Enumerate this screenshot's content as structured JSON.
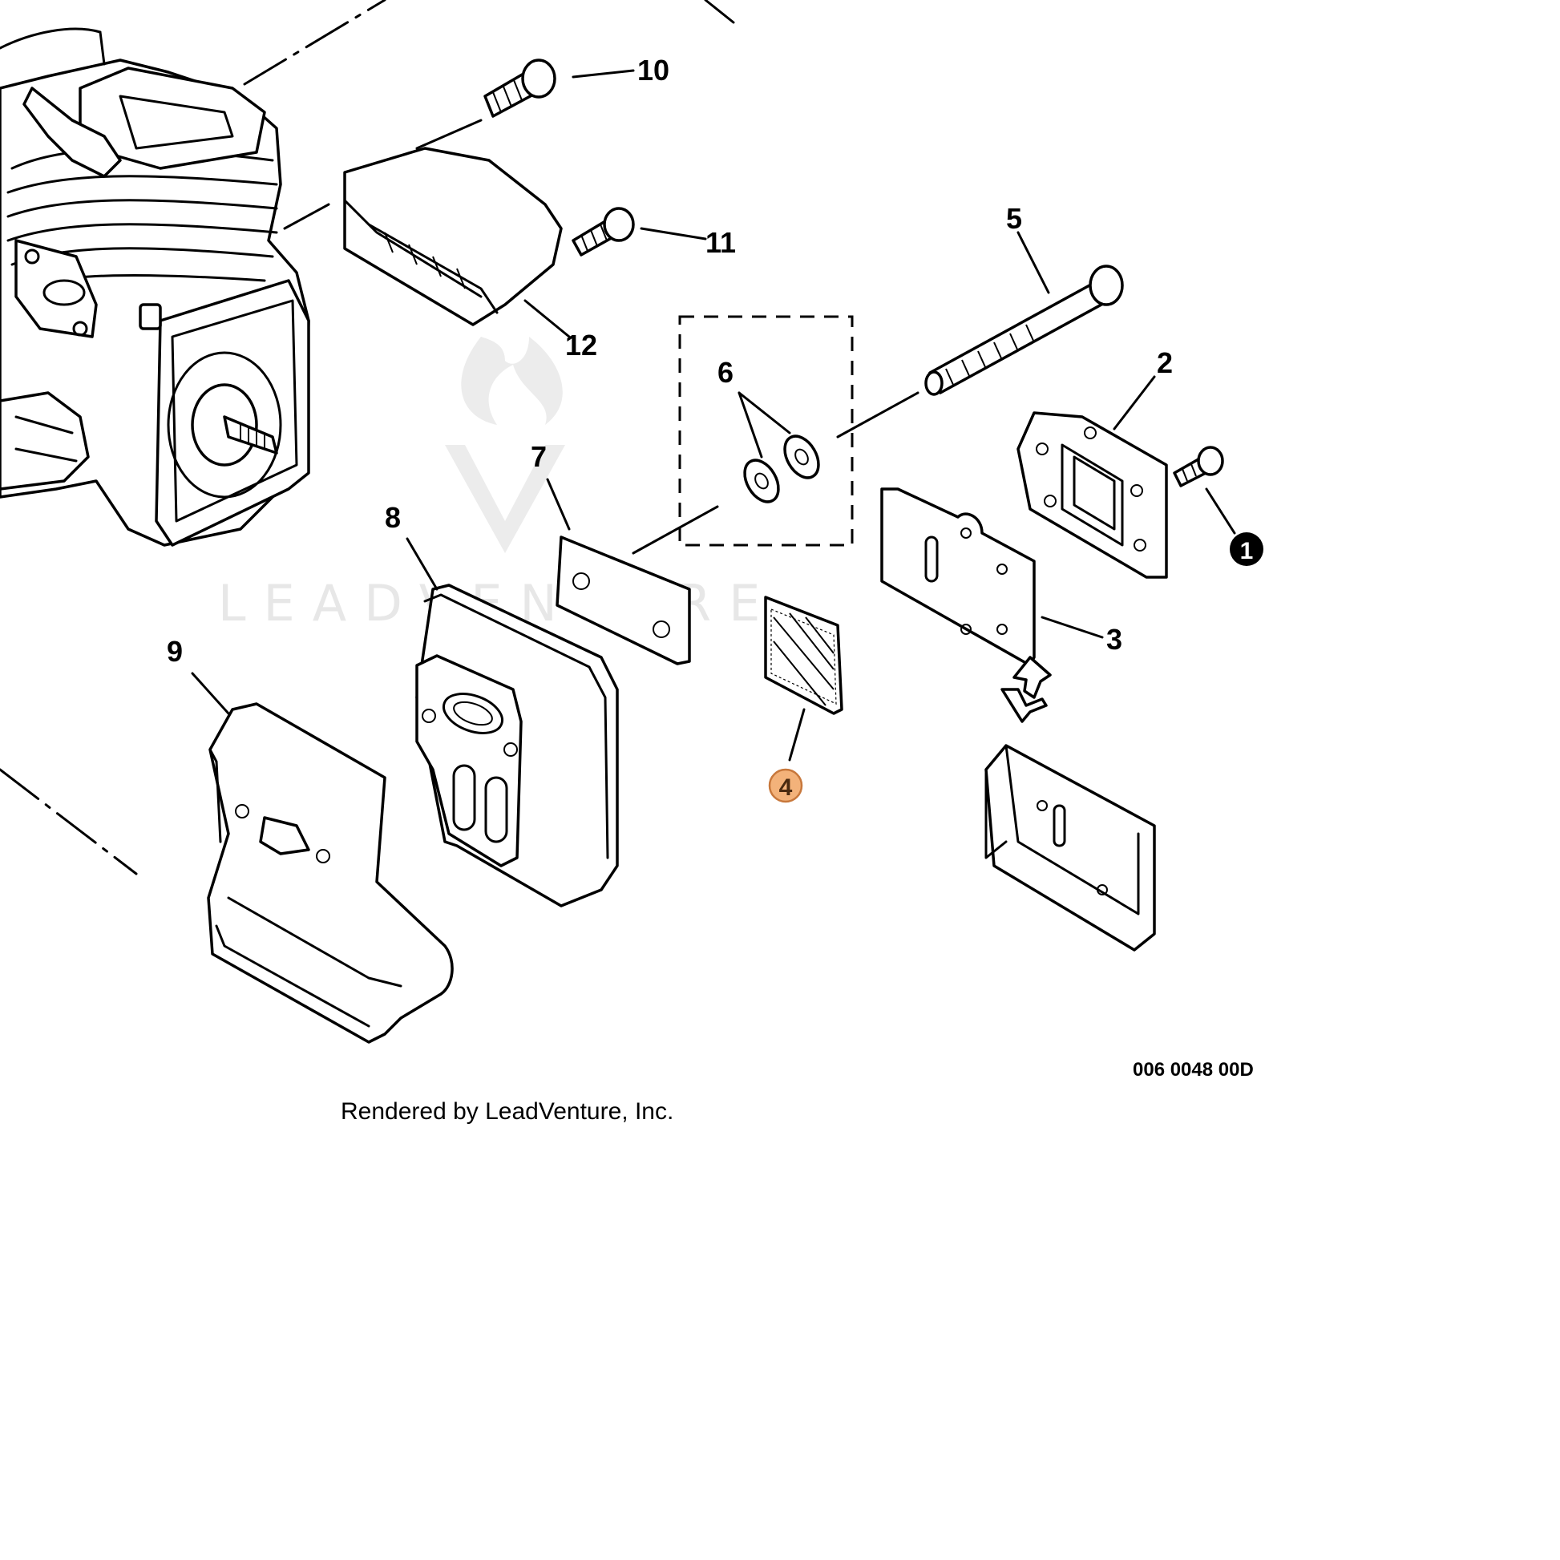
{
  "watermark": {
    "text": "LEADVENTURE"
  },
  "callouts": {
    "c1": "1",
    "c2": "2",
    "c3": "3",
    "c4": "4",
    "c5": "5",
    "c6": "6",
    "c7": "7",
    "c8": "8",
    "c9": "9",
    "c10": "10",
    "c11": "11",
    "c12": "12"
  },
  "diagram_code": "006 0048 00D",
  "credit": "Rendered by LeadVenture, Inc.",
  "colors": {
    "line": "#000000",
    "highlight_fill": "#f3b27a",
    "highlight_stroke": "#c8783c",
    "watermark": "#e7e7e7"
  }
}
